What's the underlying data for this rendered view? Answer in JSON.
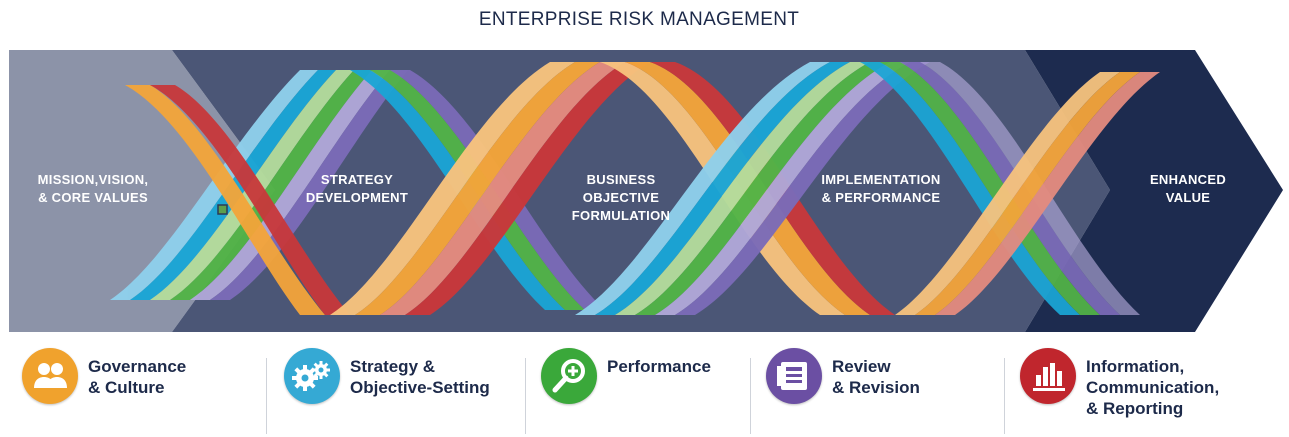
{
  "title": "ENTERPRISE RISK MANAGEMENT",
  "stages": [
    {
      "id": "mission",
      "label": "MISSION,VISION,\n& CORE VALUES"
    },
    {
      "id": "strategy",
      "label": "STRATEGY\nDEVELOPMENT"
    },
    {
      "id": "business",
      "label": "BUSINESS\nOBJECTIVE\nFORMULATION"
    },
    {
      "id": "implementation",
      "label": "IMPLEMENTATION\n& PERFORMANCE"
    },
    {
      "id": "enhanced",
      "label": "ENHANCED\nVALUE"
    }
  ],
  "components": [
    {
      "id": "governance",
      "label": "Governance\n& Culture",
      "icon": "people-icon",
      "color": "#f0a22d"
    },
    {
      "id": "strategy",
      "label": "Strategy &\nObjective-Setting",
      "icon": "gears-icon",
      "color": "#35a9d4"
    },
    {
      "id": "performance",
      "label": "Performance",
      "icon": "magnifier-icon",
      "color": "#3aa83a"
    },
    {
      "id": "review",
      "label": "Review\n& Revision",
      "icon": "document-icon",
      "color": "#6b4fa3"
    },
    {
      "id": "information",
      "label": "Information,\nCommunication,\n& Reporting",
      "icon": "bar-chart-icon",
      "color": "#c0262d"
    }
  ],
  "ribbon_colors": {
    "orange": "#f4a53a",
    "red": "#c8383b",
    "cyan": "#1aa6d6",
    "green": "#52b447",
    "purple": "#7b6bb8",
    "light_blue": "#8fd0ec",
    "light_green": "#b4dc9c",
    "lavender": "#b0a8d8",
    "peach": "#f7c37e",
    "salmon": "#e48b7f"
  }
}
